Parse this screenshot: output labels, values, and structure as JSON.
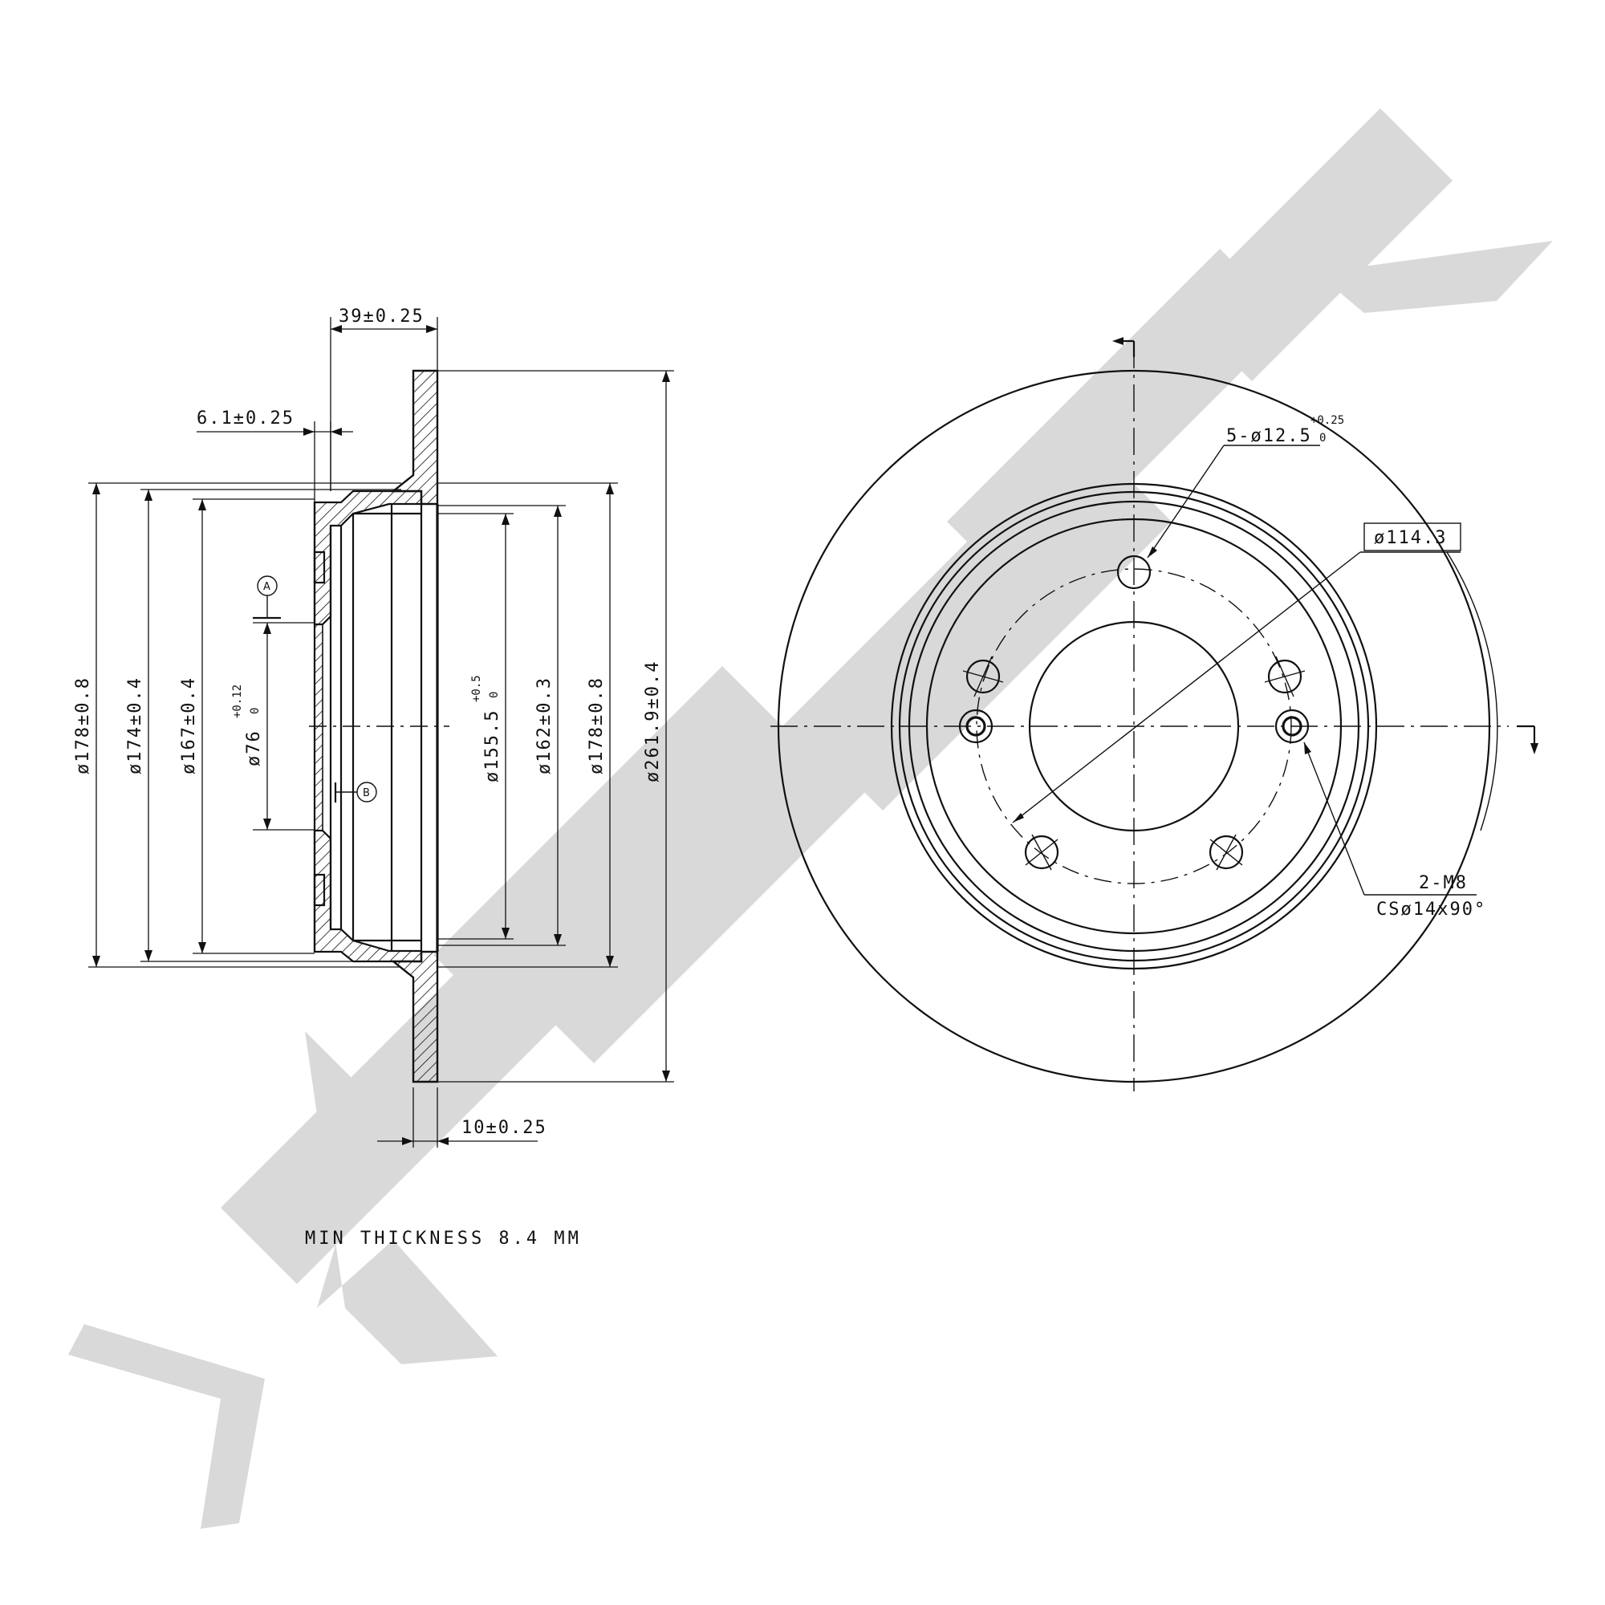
{
  "dimensions": {
    "overall_height": "39±0.25",
    "hub_flange": "6.1±0.25",
    "disc_thickness": "10±0.25",
    "dia_178_outer": "ø178±0.8",
    "dia_174": "ø174±0.4",
    "dia_167": "ø167±0.4",
    "dia_76": "ø76",
    "dia_76_tol_upper": "+0.12",
    "dia_76_tol_lower": "0",
    "dia_155_5": "ø155.5",
    "dia_155_5_tol_upper": "+0.5",
    "dia_155_5_tol_lower": "0",
    "dia_162": "ø162±0.3",
    "dia_178_inner": "ø178±0.8",
    "dia_261_9": "ø261.9±0.4",
    "bolt_holes": "5-ø12.5",
    "bolt_holes_tol_upper": "+0.25",
    "bolt_holes_tol_lower": "0",
    "pcd": "ø114.3",
    "thread_holes": "2-M8",
    "countersink": "CSø14x90°"
  },
  "datums": {
    "a": "A",
    "b": "B"
  },
  "note": "MIN THICKNESS 8.4 MM",
  "watermark": "ZENTEK",
  "colors": {
    "line": "#111111",
    "watermark": "#d9d9d9",
    "background": "#ffffff"
  }
}
